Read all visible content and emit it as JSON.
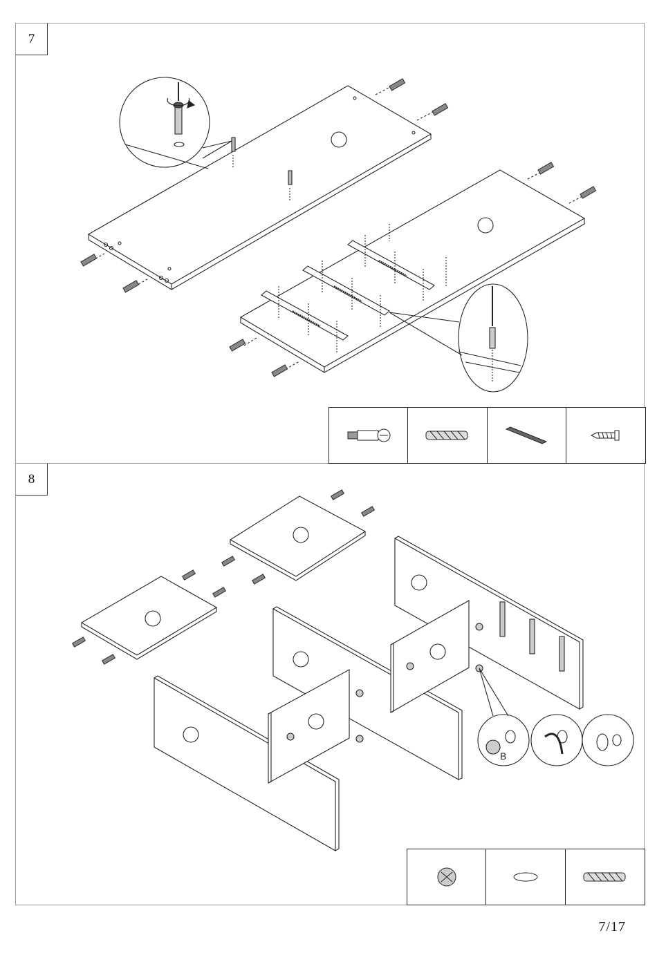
{
  "steps": [
    {
      "number": "7",
      "parts": [
        "cam-bolt-icon",
        "wooden-dowel-icon",
        "drawer-runner-icon",
        "screw-icon"
      ]
    },
    {
      "number": "8",
      "parts": [
        "cam-lock-icon",
        "cover-cap-icon",
        "wooden-dowel-icon"
      ]
    }
  ],
  "callout_label": "B",
  "page_number": "7/17"
}
